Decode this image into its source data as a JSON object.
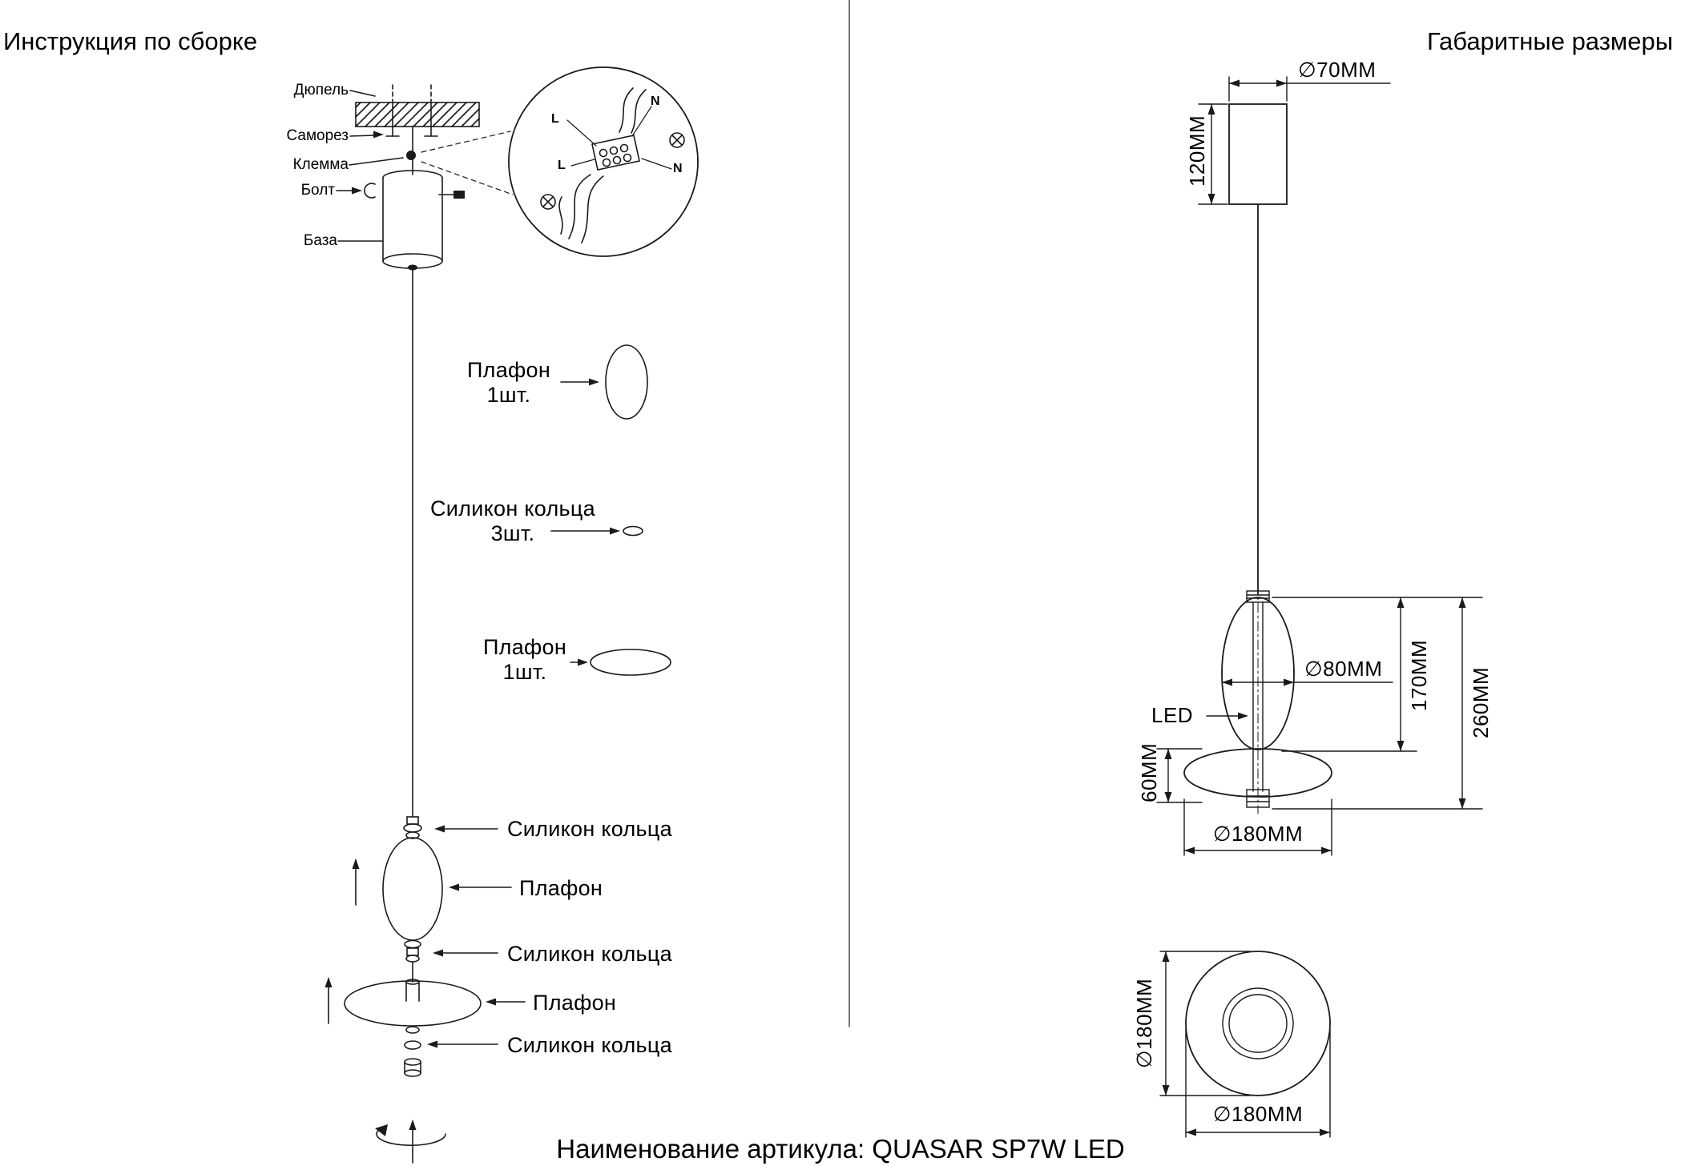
{
  "titles": {
    "left": "Инструкция по сборке",
    "right": "Габаритные размеры",
    "footer": "Наименование артикула: QUASAR SP7W LED"
  },
  "assembly": {
    "dowel": "Дюпель",
    "screw": "Саморез",
    "clamp": "Клемма",
    "bolt": "Болт",
    "base": "База",
    "shade_top": {
      "name": "Плафон",
      "qty": "1шт."
    },
    "rings_set": {
      "name": "Силикон кольца",
      "qty": "3шт."
    },
    "shade_mid": {
      "name": "Плафон",
      "qty": "1шт."
    },
    "rings_upper": "Силикон кольца",
    "shade_upper": "Плафон",
    "rings_middle": "Силикон кольца",
    "shade_lower": "Плафон",
    "rings_lower": "Силикон кольца"
  },
  "wiring": {
    "l_top": "L",
    "n_top": "N",
    "l_bottom": "L",
    "n_bottom": "N"
  },
  "dims": {
    "canopy_d": "∅70MM",
    "canopy_h": "120MM",
    "shade_d": "∅80MM",
    "led": "LED",
    "shade_h": "170MM",
    "total_h": "260MM",
    "disc_h": "60MM",
    "disc_d": "∅180MM",
    "top_view_d_vert": "∅180MM",
    "top_view_d_horiz": "∅180MM"
  }
}
